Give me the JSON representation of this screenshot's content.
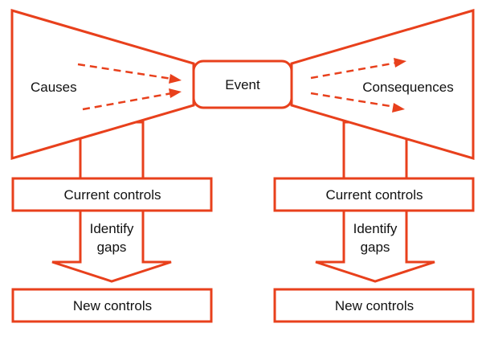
{
  "diagram": {
    "event": "Event",
    "causes": "Causes",
    "consequences": "Consequences",
    "left": {
      "current_controls": "Current controls",
      "identify_gaps_line1": "Identify",
      "identify_gaps_line2": "gaps",
      "new_controls": "New controls"
    },
    "right": {
      "current_controls": "Current controls",
      "identify_gaps_line1": "Identify",
      "identify_gaps_line2": "gaps",
      "new_controls": "New controls"
    }
  },
  "colors": {
    "accent": "#e8401c",
    "text": "#111111",
    "background": "#ffffff"
  }
}
